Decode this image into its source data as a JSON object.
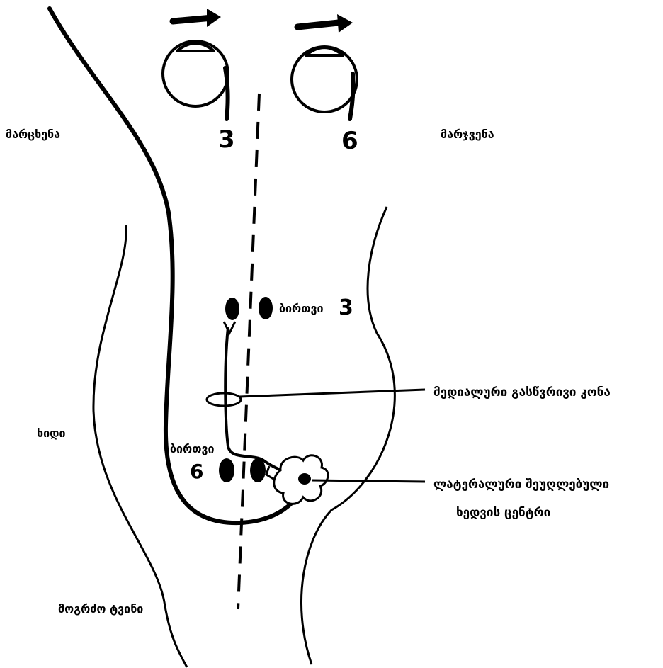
{
  "labels": {
    "left_side": "მარცხენა",
    "right_side": "მარჯვენა",
    "nerve_3": "3",
    "nerve_6": "6",
    "nucleus_3_text": "ბირთვი",
    "nucleus_3_num": "3",
    "mlf": "მედიალური გასწვრივი კონა",
    "pons": "ხიდი",
    "nucleus_6_text": "ბირთვი",
    "nucleus_6_num": "6",
    "pprf_line1": "ლატერალური შეუღლებული",
    "pprf_line2": "ხედვის ცენტრი",
    "medulla": "მოგრძო ტვინი"
  },
  "colors": {
    "ink": "#000000",
    "background": "#ffffff"
  }
}
